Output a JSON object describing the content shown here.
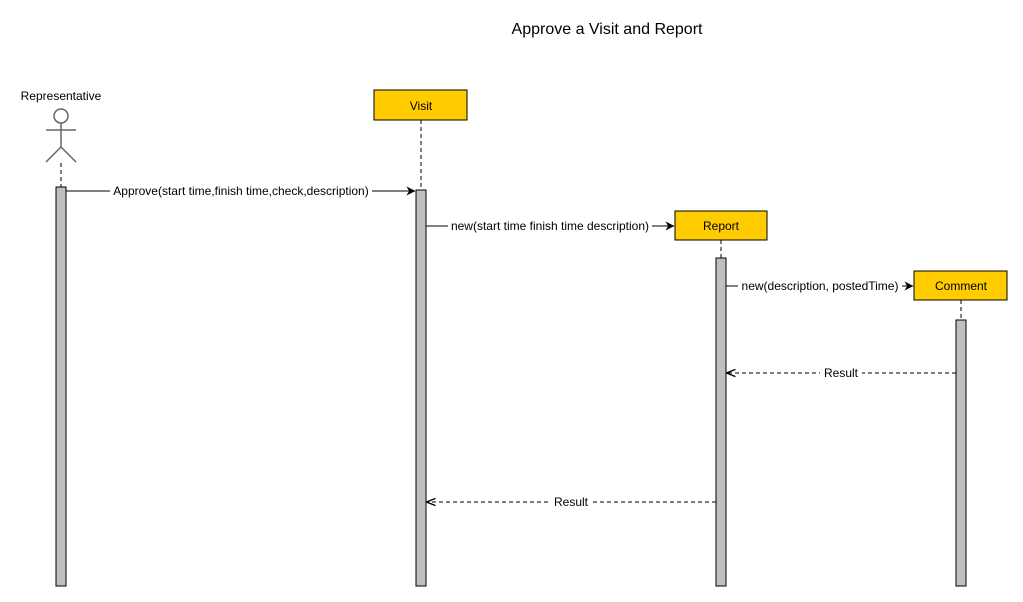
{
  "diagram": {
    "title": "Approve a Visit and Report",
    "participants": {
      "representative": {
        "label": "Representative",
        "kind": "actor"
      },
      "visit": {
        "label": "Visit",
        "kind": "object"
      },
      "report": {
        "label": "Report",
        "kind": "object"
      },
      "comment": {
        "label": "Comment",
        "kind": "object"
      }
    },
    "messages": {
      "approve": {
        "label": "Approve(start time,finish time,check,description)",
        "from": "representative",
        "to": "visit",
        "kind": "sync"
      },
      "new_report": {
        "label": "new(start time finish time description)",
        "from": "visit",
        "to": "report",
        "kind": "create"
      },
      "new_comment": {
        "label": "new(description, postedTime)",
        "from": "report",
        "to": "comment",
        "kind": "create"
      },
      "result_comment": {
        "label": "Result",
        "from": "comment",
        "to": "report",
        "kind": "return"
      },
      "result_report": {
        "label": "Result",
        "from": "report",
        "to": "visit",
        "kind": "return"
      }
    },
    "colors": {
      "object_fill": "#FFCC00",
      "activation_fill": "#C0C0C0",
      "actor_stroke": "#666666",
      "line": "#000000"
    }
  }
}
